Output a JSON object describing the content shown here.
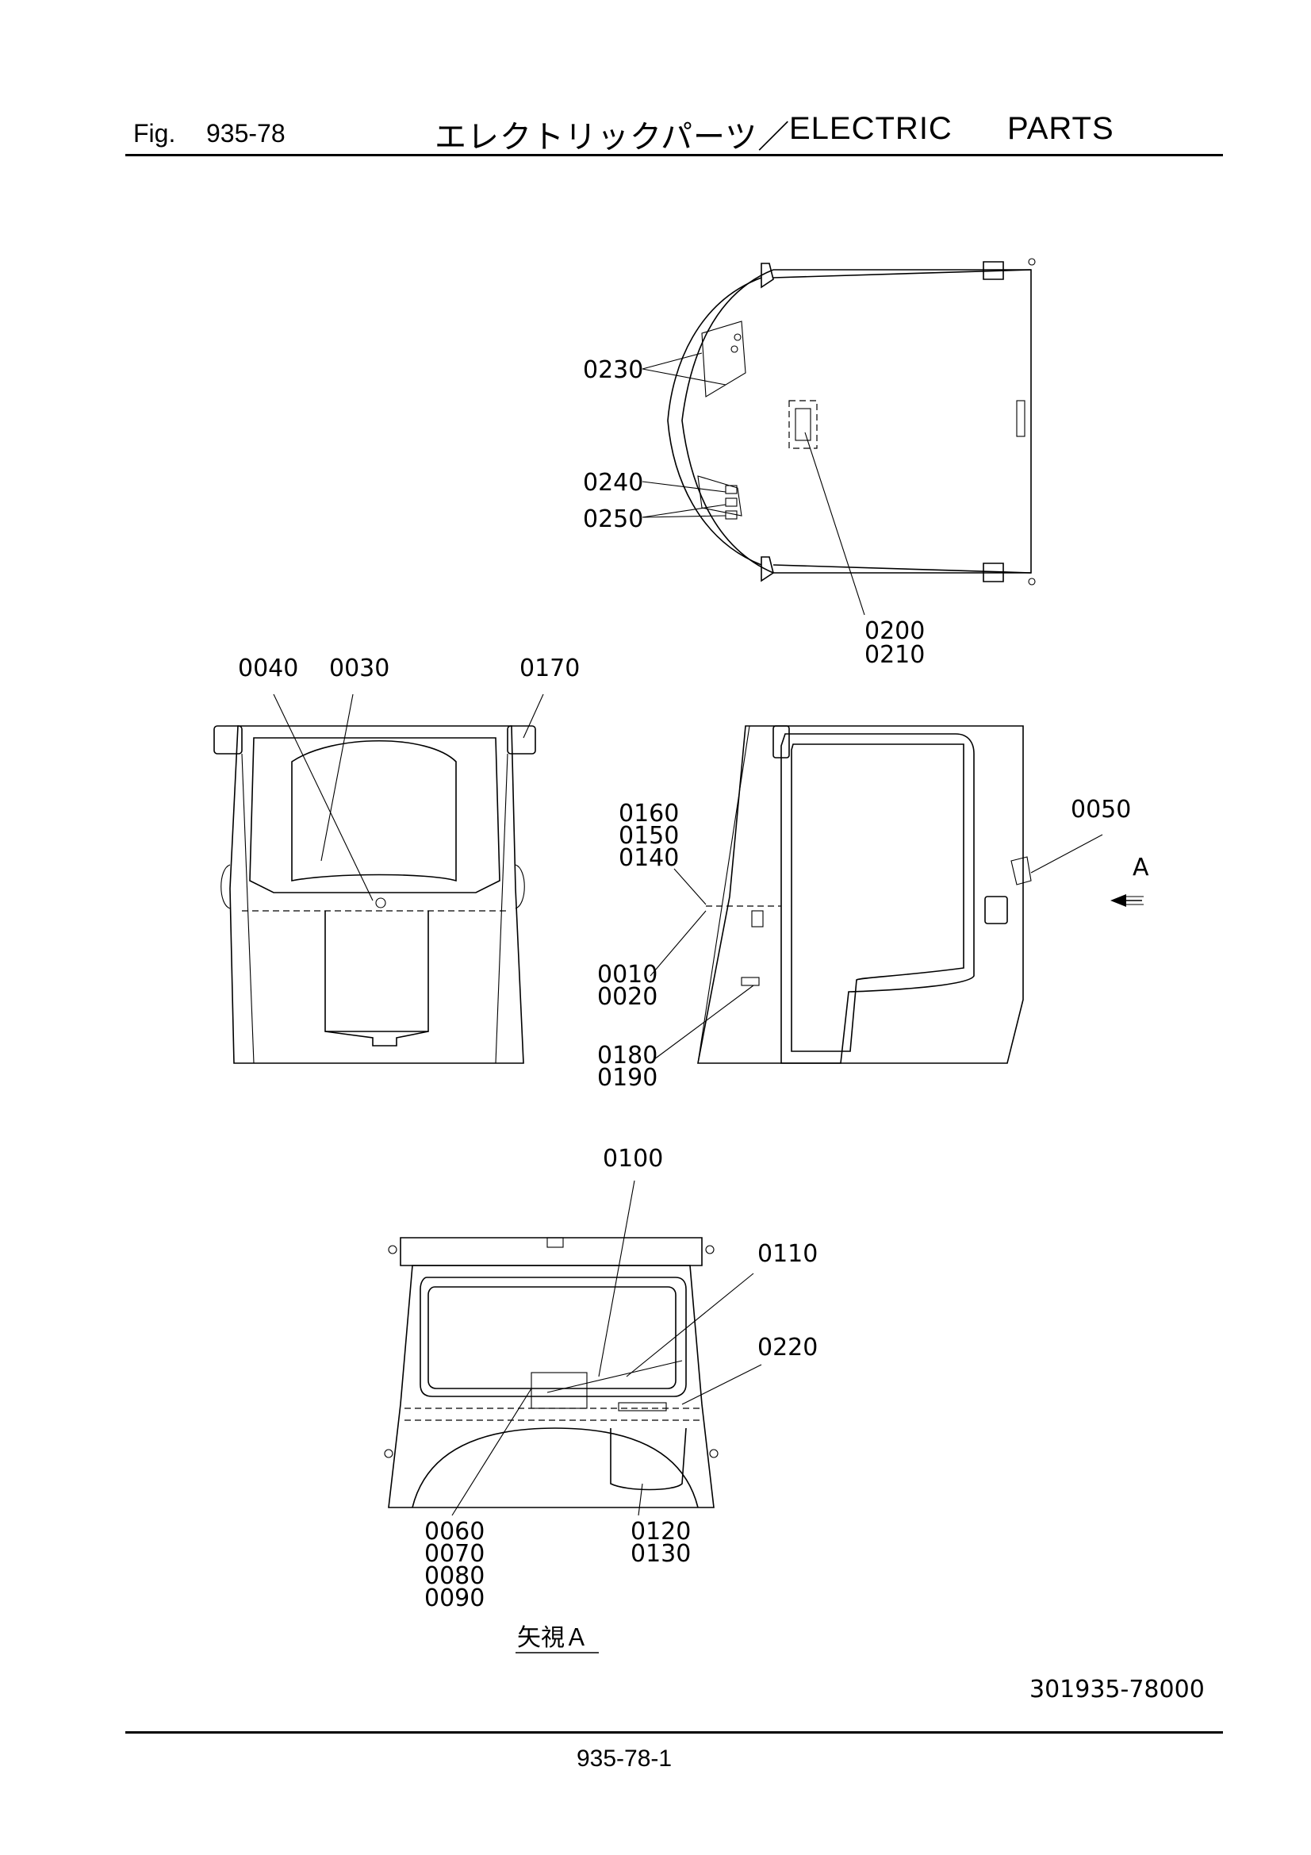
{
  "header": {
    "fig_label": "Fig.",
    "fig_number": "935-78",
    "title_jp": "エレクトリックパーツ／",
    "title_en": "ELECTRIC",
    "title_parts": "PARTS"
  },
  "callouts": {
    "c0230": "0230",
    "c0240": "0240",
    "c0250": "0250",
    "c0200": "0200",
    "c0210": "0210",
    "c0040": "0040",
    "c0030": "0030",
    "c0170": "0170",
    "c0160": "0160",
    "c0150": "0150",
    "c0140": "0140",
    "c0010": "0010",
    "c0020": "0020",
    "c0180": "0180",
    "c0190": "0190",
    "c0050": "0050",
    "view_arrow": "A",
    "c0100": "0100",
    "c0110": "0110",
    "c0220": "0220",
    "c0060": "0060",
    "c0070": "0070",
    "c0080": "0080",
    "c0090": "0090",
    "c0120": "0120",
    "c0130": "0130",
    "view_label": "矢視Ａ"
  },
  "footer": {
    "doc_number": "301935-78000",
    "page_number": "935-78-1"
  }
}
